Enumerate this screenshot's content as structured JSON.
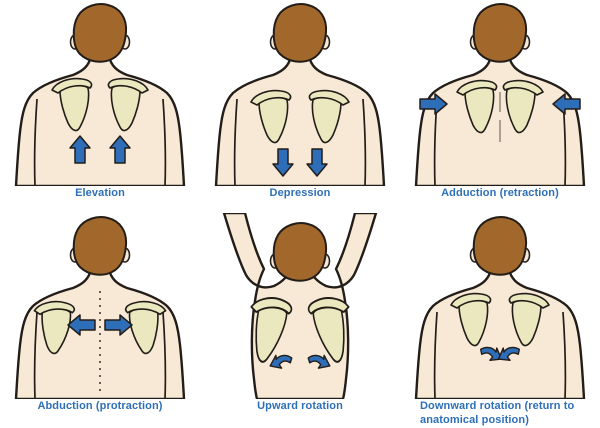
{
  "title": "Scapular movements diagram",
  "colors": {
    "bg": "#ffffff",
    "skin": "#f7e9d6",
    "hair": "#a2672a",
    "scap": "#ebe8c0",
    "arrow": "#2e6db8",
    "line": "#221d18",
    "label": "#2e70b8"
  },
  "figures": [
    {
      "id": "elevation",
      "label": "Elevation",
      "arrow_direction": "up"
    },
    {
      "id": "depression",
      "label": "Depression",
      "arrow_direction": "down"
    },
    {
      "id": "adduction",
      "label": "Adduction (retraction)",
      "arrow_direction": "inward"
    },
    {
      "id": "abduction",
      "label": "Abduction (protraction)",
      "arrow_direction": "outward"
    },
    {
      "id": "upward-rotation",
      "label": "Upward rotation",
      "arrow_direction": "rotation-outward"
    },
    {
      "id": "downward-rotation",
      "label": "Downward rotation (return to anatomical position)",
      "arrow_direction": "rotation-inward"
    }
  ]
}
